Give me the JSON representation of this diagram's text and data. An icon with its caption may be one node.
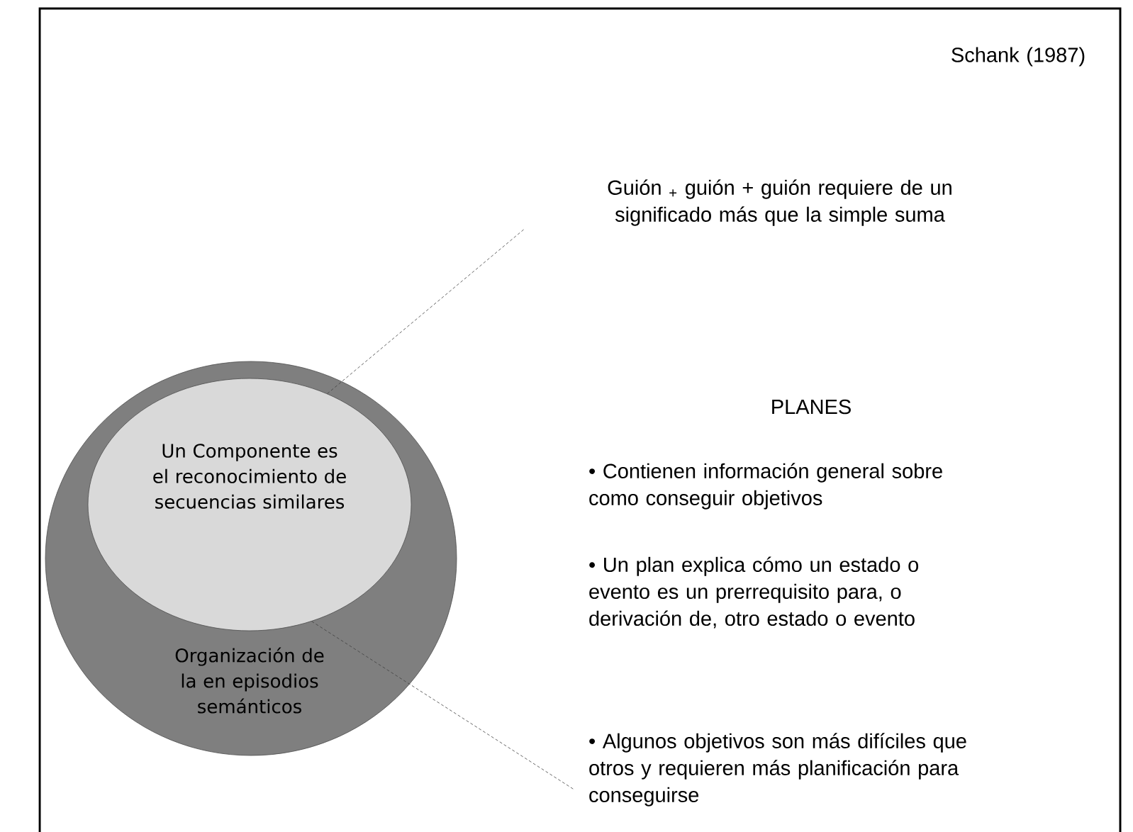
{
  "diagram": {
    "nodes": [
      {
        "text": [
          "Organización de la en episodios semánticos"
        ]
      },
      {
        "text": [
          "Un Componente es el reconocimiento de secuencias similares"
        ],
        "in": 0
      },
      {
        "text": [
          "Guión $_{+}$ guión + guión requiere de un significado más que la simple suma"
        ]
      },
      {
        "text": [
          "• Algunos objetivos son más difíciles que otros y requieren más planificación para conseguirse"
        ]
      }
    ],
    "edges": [
      {
        "from": 1,
        "to": 2,
        "arrow": "none",
        "style": "dashed"
      },
      {
        "from": 1,
        "to": 3,
        "arrow": "none",
        "style": "dashed"
      }
    ],
    "labels": [
      "Schank (1987)",
      "PLANES",
      "• Contienen información general sobre como conseguir objetivos",
      "• Un plan explica cómo un estado o evento es un prerrequisito para, o derivación de, otro estado o evento"
    ]
  }
}
